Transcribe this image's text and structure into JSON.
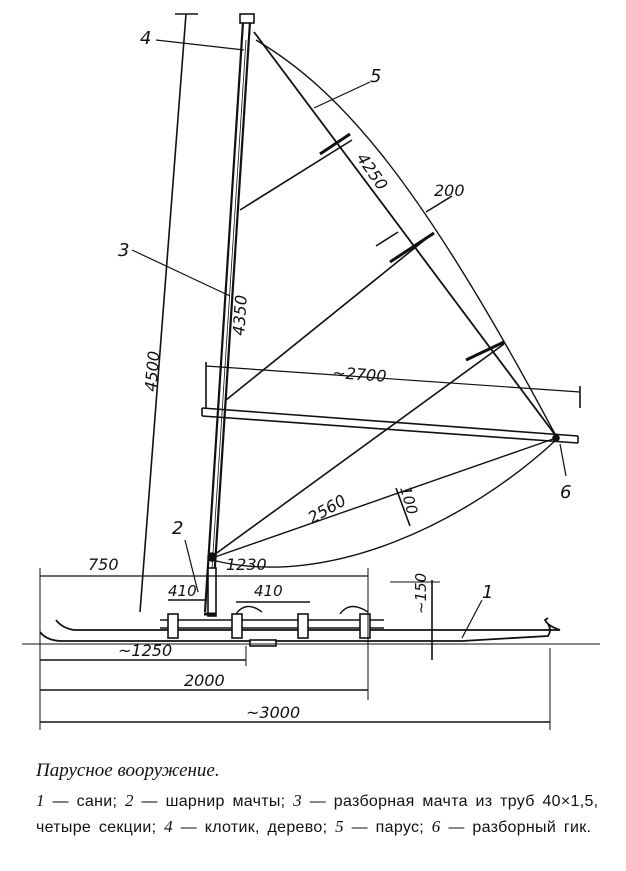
{
  "labels": {
    "callout_1": "1",
    "callout_2": "2",
    "callout_3": "3",
    "callout_4": "4",
    "callout_5": "5",
    "callout_6": "6"
  },
  "dimensions": {
    "mast_total": "4500",
    "mast_length": "4350",
    "sail_luff": "4250",
    "luff_curve": "200",
    "boom_span": "~2700",
    "boom_to_front": "2560",
    "foot_curve": "100",
    "front_to_mast": "750",
    "mast_to_clamp": "1230",
    "hinge_offset": "410",
    "section_410": "410",
    "mast_height_over_ski": "~150",
    "front_to_rear_bar": "~1250",
    "front_to_back_bar": "2000",
    "overall_length": "~3000"
  },
  "caption": {
    "title": "Парусное вооружение.",
    "items": [
      {
        "num": "1",
        "text": "сани;"
      },
      {
        "num": "2",
        "text": "шарнир мачты;"
      },
      {
        "num": "3",
        "text": "разборная мачта из труб 40×1,5, четыре секции;"
      },
      {
        "num": "4",
        "text": "клотик, дерево;"
      },
      {
        "num": "5",
        "text": "парус;"
      },
      {
        "num": "6",
        "text": "разборный гик."
      }
    ]
  }
}
